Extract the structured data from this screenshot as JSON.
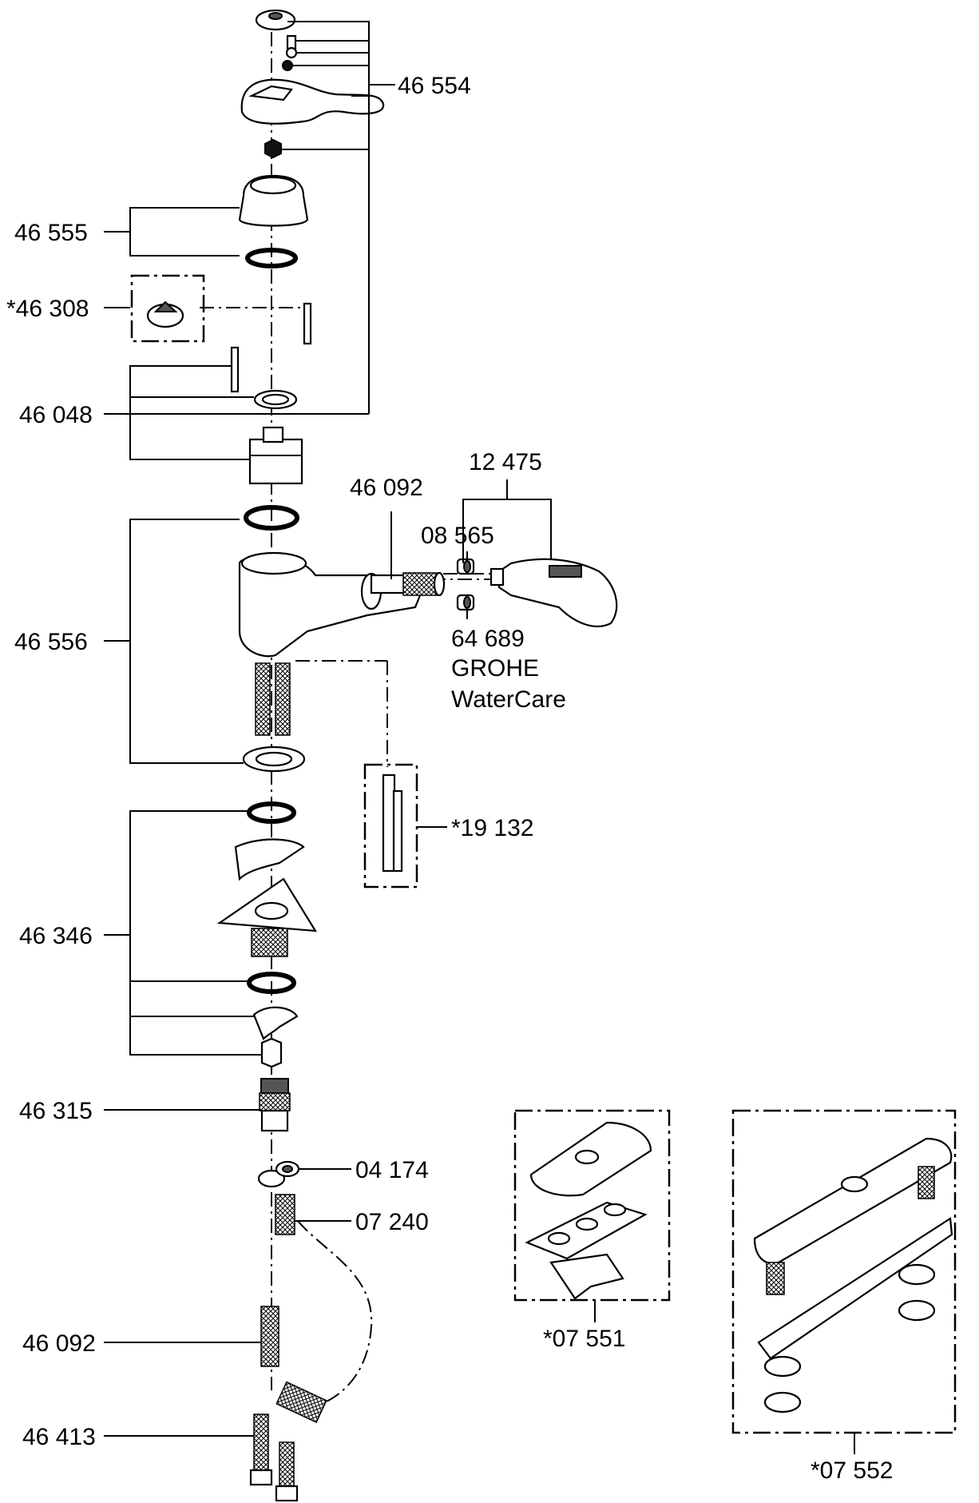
{
  "labels": {
    "p46554": "46 554",
    "p46555": "46 555",
    "p46308": "*46 308",
    "p46048": "46 048",
    "p12475": "12 475",
    "p46092a": "46 092",
    "p08565": "08 565",
    "p64689": "64 689",
    "grohe": "GROHE",
    "watercare": "WaterCare",
    "p46556": "46 556",
    "p19132": "*19 132",
    "p46346": "46 346",
    "p46315": "46 315",
    "p04174": "04 174",
    "p07240": "07 240",
    "p46092b": "46 092",
    "p46413": "46 413",
    "p07551": "*07 551",
    "p07552": "*07 552"
  }
}
